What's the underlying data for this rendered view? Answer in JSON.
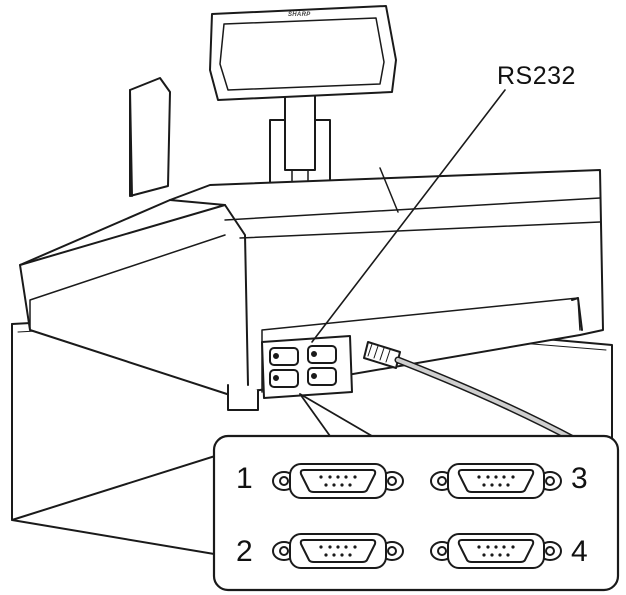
{
  "callout": {
    "label": "RS232"
  },
  "display": {
    "brand": "SHARP"
  },
  "ports": [
    {
      "number": "1"
    },
    {
      "number": "2"
    },
    {
      "number": "3"
    },
    {
      "number": "4"
    }
  ],
  "colors": {
    "line": "#1a1a1a",
    "fill": "#ffffff",
    "cable": "#cfcfcf"
  },
  "icons": [
    "db9-serial-connector-icon",
    "cash-register-illustration"
  ]
}
